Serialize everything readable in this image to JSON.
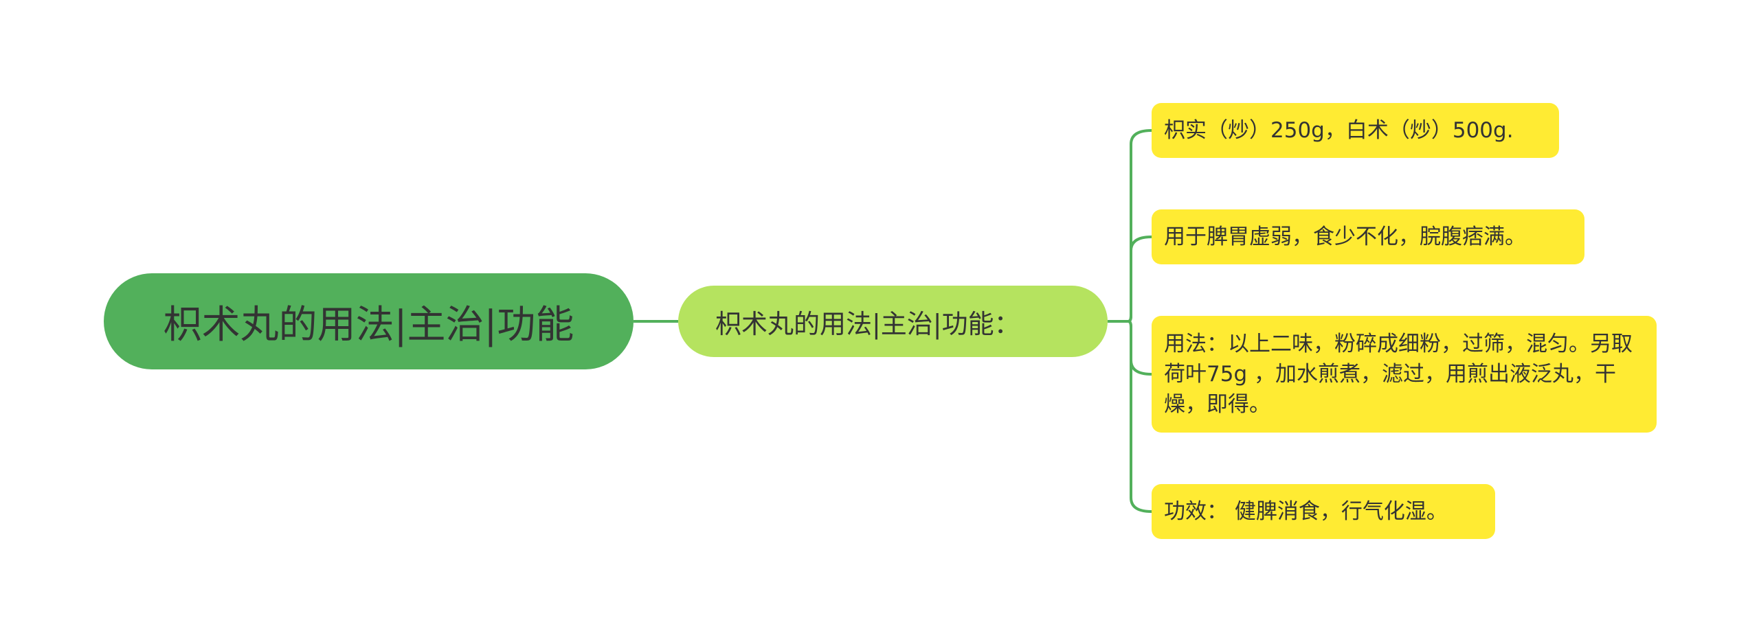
{
  "colors": {
    "root_bg": "#52b05b",
    "mid_bg": "#b5e35f",
    "leaf_bg": "#ffeb33",
    "connector": "#52b05b",
    "text": "#333333"
  },
  "root": {
    "label": "枳术丸的用法|主治|功能"
  },
  "branch": {
    "label": "枳术丸的用法|主治|功能："
  },
  "leaves": [
    {
      "text": "枳实（炒）250g，白术（炒）500g."
    },
    {
      "text": "用于脾胃虚弱，食少不化，脘腹痞满。"
    },
    {
      "text": "用法：以上二味，粉碎成细粉，过筛，混匀。另取荷叶75g ，加水煎煮，滤过，用煎出液泛丸，干燥，即得。"
    },
    {
      "text": "功效： 健脾消食，行气化湿。"
    }
  ]
}
